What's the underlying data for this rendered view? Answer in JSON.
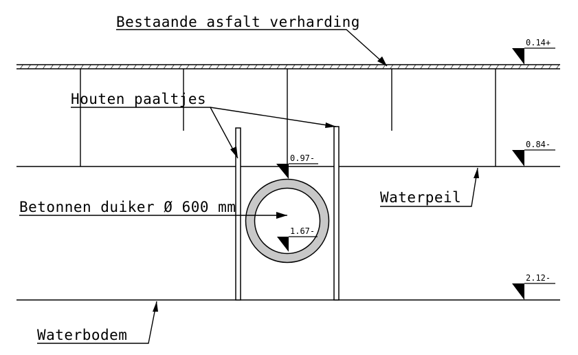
{
  "labels": {
    "asphalt": "Bestaande asfalt verharding",
    "posts": "Houten paaltjes",
    "culvert": "Betonnen duiker Ø 600 mm",
    "waterlevel": "Waterpeil",
    "waterbottom": "Waterbodem"
  },
  "levels": {
    "road": "0.14+",
    "water": "0.84-",
    "culvert_top": "0.97-",
    "culvert_inside": "1.67-",
    "bottom": "2.12-"
  },
  "colors": {
    "line": "#000000",
    "pipe": "#c8c8c8"
  }
}
